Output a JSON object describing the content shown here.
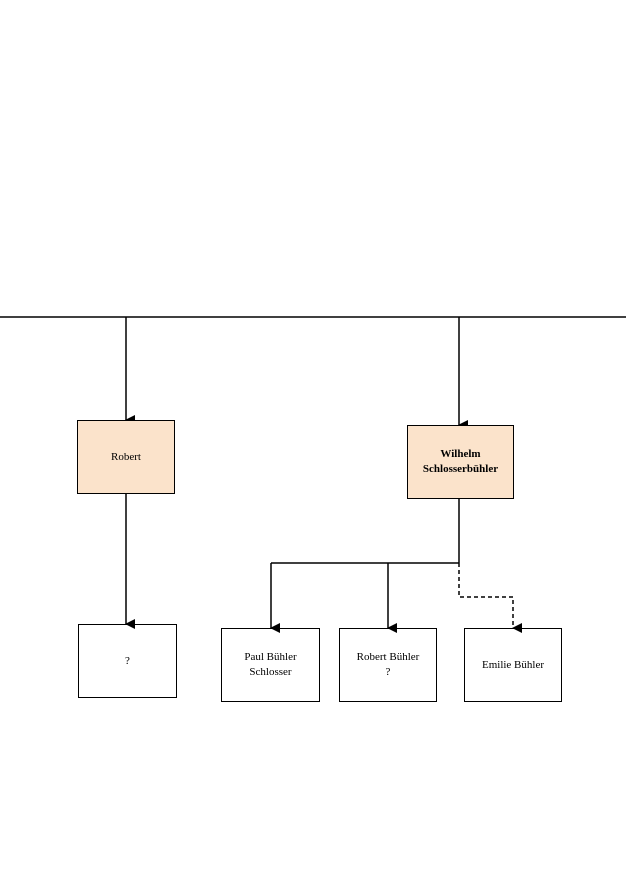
{
  "diagram": {
    "nodes": {
      "robert": {
        "label": "Robert"
      },
      "unknown": {
        "label": "?"
      },
      "wilhelm": {
        "line1": "Wilhelm",
        "line2": "Schlosserbühler"
      },
      "paul": {
        "line1": "Paul Bühler",
        "line2": "Schlosser"
      },
      "robert_buehler": {
        "line1": "Robert Bühler",
        "line2": "?"
      },
      "emilie": {
        "label": "Emilie Bühler"
      }
    },
    "colors": {
      "highlight": "#fbe3cb",
      "stroke": "#000000"
    },
    "edges": [
      {
        "from": "top-bar",
        "to": "robert",
        "style": "solid"
      },
      {
        "from": "top-bar",
        "to": "wilhelm",
        "style": "solid"
      },
      {
        "from": "robert",
        "to": "unknown",
        "style": "solid"
      },
      {
        "from": "wilhelm",
        "to": "paul",
        "style": "solid"
      },
      {
        "from": "wilhelm",
        "to": "robert_buehler",
        "style": "solid"
      },
      {
        "from": "wilhelm",
        "to": "emilie",
        "style": "dashed"
      }
    ]
  }
}
